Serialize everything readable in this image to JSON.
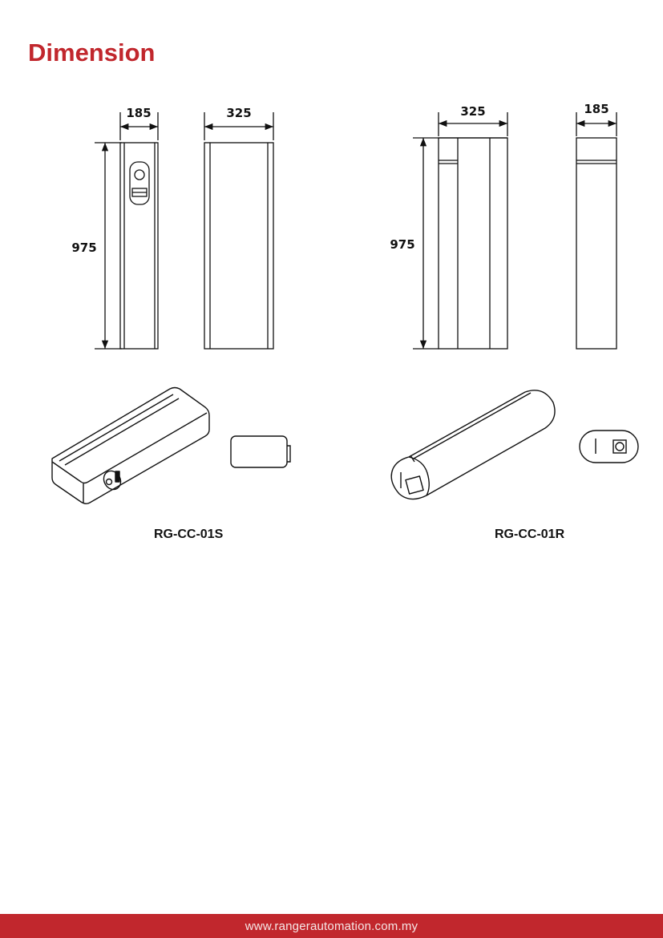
{
  "page_title": "Dimension",
  "colors": {
    "accent": "#c1272d",
    "line": "#111111"
  },
  "models": [
    {
      "name": "RG-CC-01S",
      "dimensions": {
        "width": "185",
        "length": "325",
        "height": "975"
      }
    },
    {
      "name": "RG-CC-01R",
      "dimensions": {
        "width": "185",
        "length": "325",
        "height": "975"
      }
    }
  ],
  "footer": {
    "website": "www.rangerautomation.com.my"
  }
}
